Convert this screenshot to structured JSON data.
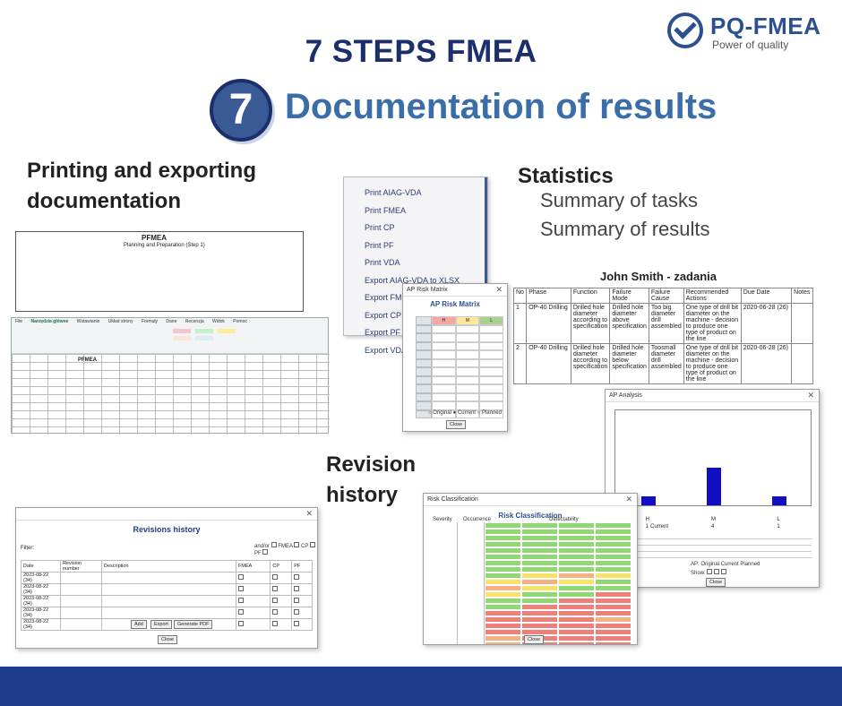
{
  "logo": {
    "name": "PQ-FMEA",
    "tagline": "Power of quality"
  },
  "header": {
    "title": "7 STEPS FMEA",
    "step_number": "7",
    "step_title": "Documentation of results"
  },
  "sections": {
    "printing_line1": "Printing and exporting",
    "printing_line2": "documentation",
    "statistics": "Statistics",
    "statistics_items": [
      "Summary of tasks",
      "Summary of results"
    ],
    "revision_line1": "Revision",
    "revision_line2": "history"
  },
  "pfmea_sheet": {
    "title": "PFMEA",
    "subtitle": "Planning and Preparation (Step 1)"
  },
  "excel": {
    "tabs": [
      "File",
      "Narzędzia główne",
      "Wstawianie",
      "Układ strony",
      "Formuły",
      "Dane",
      "Recenzja",
      "Widok",
      "Pomoc"
    ],
    "sheet_label": "PFMEA"
  },
  "print_menu": {
    "items": [
      "Print AIAG-VDA",
      "Print FMEA",
      "Print CP",
      "Print PF",
      "Print VDA",
      "Export AIAG-VDA to XLSX",
      "Export FMEA to XLSX",
      "Export CP to XLSX",
      "Export PF to XLSX",
      "Export VDA"
    ]
  },
  "ap_matrix": {
    "window_title": "AP Risk Matrix",
    "title": "AP Risk Matrix",
    "columns": [
      "H",
      "M",
      "L"
    ],
    "radio": [
      "Original",
      "Current",
      "Planned"
    ],
    "close": "Close"
  },
  "task_summary": {
    "title": "John Smith - zadania",
    "columns": [
      "No",
      "Phase",
      "Function",
      "Failure Mode",
      "Failure Cause",
      "Recommended Actions",
      "Due Date",
      "Notes"
    ],
    "rows": [
      [
        "1",
        "OP-40 Drilling",
        "Drilled hole diameter according to specification",
        "Drilled hole diameter above specification",
        "Too big diameter drill assembled",
        "One type of drill bit diameter on the machine - decision to produce one type of product on the line",
        "2020-06-28 (26)",
        ""
      ],
      [
        "2",
        "OP-40 Drilling",
        "Drilled hole diameter according to specification",
        "Drilled hole diameter below specification",
        "Toosmall diameter drill assembled",
        "One type of drill bit diameter on the machine - decision to produce one type of product on the line",
        "2020-06-28 (26)",
        ""
      ]
    ]
  },
  "ap_analysis": {
    "window_title": "AP Analysis",
    "chart_data": {
      "type": "bar",
      "categories": [
        "H",
        "M",
        "L"
      ],
      "values": [
        1,
        4,
        1
      ],
      "ylim": [
        0,
        10
      ]
    },
    "counts_label": "Current",
    "legend": "AP: Original Current Planned",
    "show": "Show:",
    "close": "Close"
  },
  "risk_class": {
    "window_title": "Risk Classification",
    "title": "Risk Classification",
    "col_severity": "Severity",
    "col_occurrence": "Occurrence",
    "col_detectability": "Detectability",
    "close": "Close"
  },
  "revisions": {
    "title": "Revisions history",
    "filter": "Filter:",
    "checkbox_labels": [
      "and/or",
      "FMEA",
      "CP",
      "PF"
    ],
    "columns": [
      "Date",
      "Revision number",
      "Description",
      "FMEA",
      "CP",
      "PF"
    ],
    "rows": [
      "2023-08-22 (34)",
      "2023-08-22 (34)",
      "2023-08-22 (34)",
      "2023-08-22 (34)",
      "2023-08-22 (34)"
    ],
    "buttons": {
      "add": "Add",
      "export": "Export",
      "pdf": "Generate PDF",
      "close": "Close"
    }
  }
}
